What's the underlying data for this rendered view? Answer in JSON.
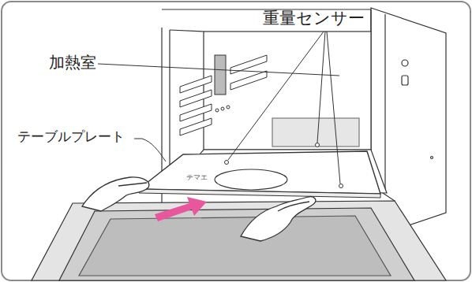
{
  "diagram": {
    "labels": [
      "重量センサー",
      "加熱室",
      "テーブルプレート",
      "テマエ"
    ]
  }
}
